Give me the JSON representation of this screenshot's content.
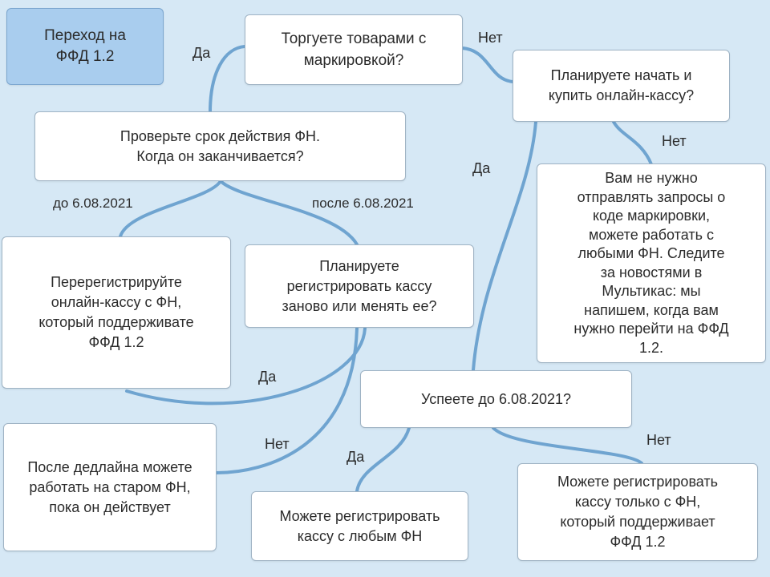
{
  "title": "Переход на\nФФД 1.2",
  "nodes": {
    "q_marking": "Торгуете товарами с\nмаркировкой?",
    "q_plan_buy": "Планируете начать и\nкупить онлайн-кассу?",
    "q_fn_expiry": "Проверьте срок действия ФН.\nКогда он заканчивается?",
    "a_no_need": "Вам не нужно\nотправлять запросы о\nкоде маркировки,\nможете работать с\nлюбыми ФН. Следите\nза новостями в\nМультикас: мы\nнапишем, когда вам\nнужно перейти на ФФД\n1.2.",
    "a_reregister": "Перерегистрируйте\nонлайн-кассу с ФН,\nкоторый поддерживате\nФФД 1.2",
    "q_register_new": "Планируете\nрегистрировать кассу\nзаново или менять ее?",
    "q_in_time": "Успеете до 6.08.2021?",
    "a_old_fn": "После дедлайна можете\nработать на старом ФН,\nпока он действует",
    "a_any_fn": "Можете регистрировать\nкассу с любым ФН",
    "a_fn_ffd": "Можете регистрировать\nкассу только с ФН,\nкоторый поддерживает\nФФД 1.2"
  },
  "edge_labels": {
    "yes_marking": "Да",
    "no_marking": "Нет",
    "no_plan_buy": "Нет",
    "yes_plan_buy": "Да",
    "before_date": "до 6.08.2021",
    "after_date": "после 6.08.2021",
    "yes_register": "Да",
    "no_register": "Нет",
    "yes_in_time": "Да",
    "no_in_time": "Нет"
  },
  "colors": {
    "background": "#d6e8f5",
    "connector": "#6fa4d0",
    "title_fill": "#a9cdee",
    "box_fill": "#ffffff"
  }
}
